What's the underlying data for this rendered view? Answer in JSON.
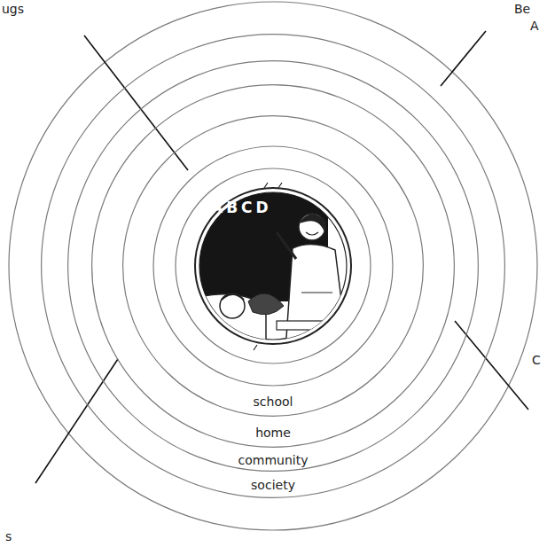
{
  "diagram": {
    "nodes": [
      {
        "text": [
          "society"
        ]
      },
      {
        "text": [
          "community"
        ],
        "in": 0
      },
      {
        "text": [
          "home"
        ],
        "in": 1
      },
      {
        "text": [
          "school"
        ],
        "in": 2
      }
    ],
    "labels": [
      "ugs",
      "Be",
      "A",
      "ABCD",
      "C",
      "s"
    ]
  }
}
